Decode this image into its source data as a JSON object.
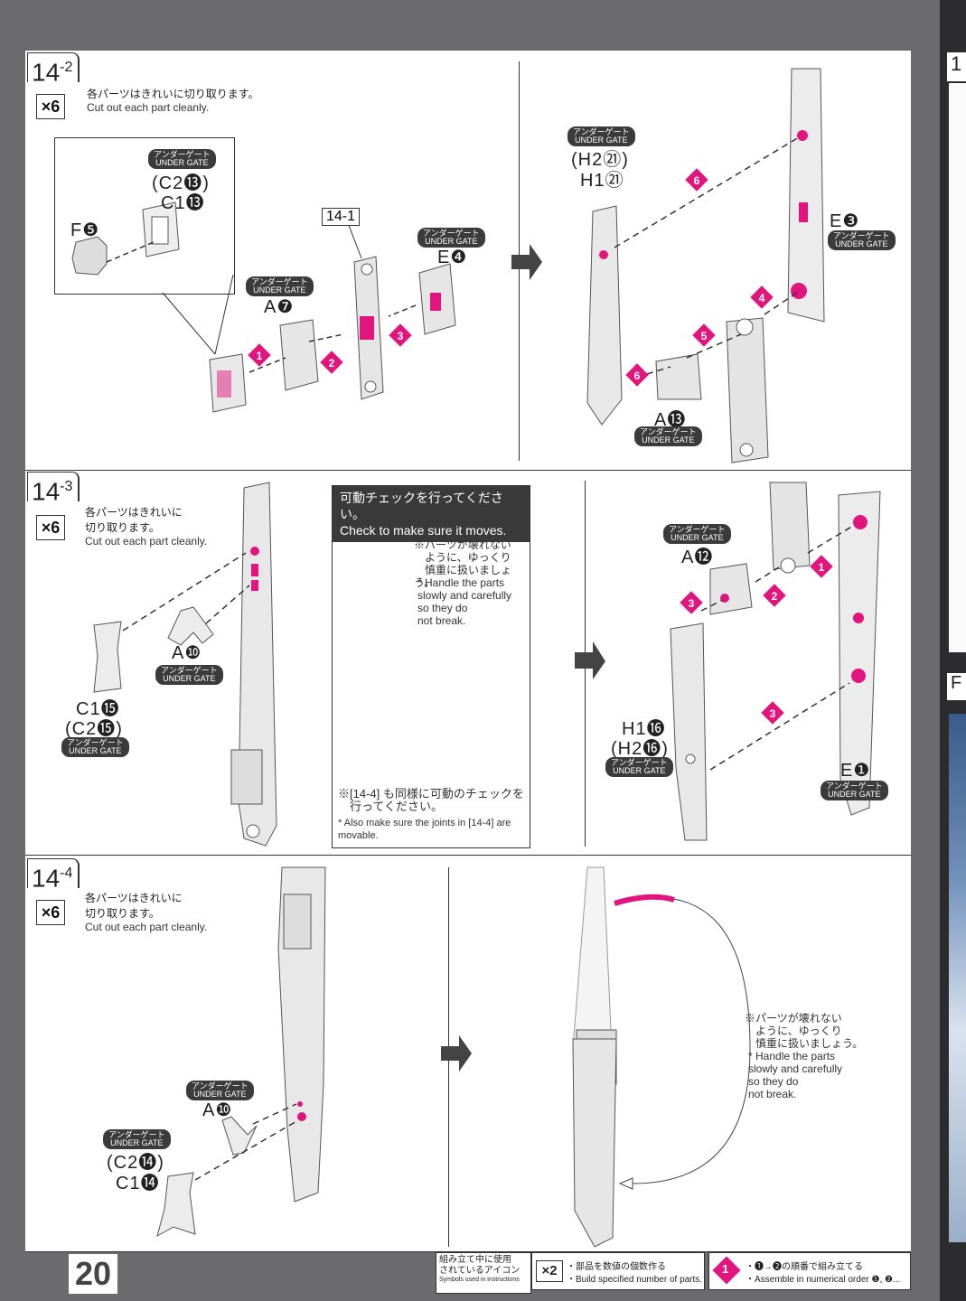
{
  "page_number": "20",
  "steps": {
    "s142": {
      "tag_main": "14",
      "tag_sub": "-2",
      "count": "×6",
      "jp": "各パーツはきれいに切り取ります。",
      "en": "Cut out each part cleanly."
    },
    "s143": {
      "tag_main": "14",
      "tag_sub": "-3",
      "count": "×6",
      "jp": "各パーツはきれいに\n切り取ります。",
      "en": "Cut out each part cleanly."
    },
    "s144": {
      "tag_main": "14",
      "tag_sub": "-4",
      "count": "×6",
      "jp": "各パーツはきれいに\n切り取ります。",
      "en": "Cut out each part cleanly."
    }
  },
  "under_gate": {
    "jp": "アンダーゲート",
    "en": "UNDER GATE"
  },
  "parts": {
    "c2_13": "(C2⓭)",
    "c1_13": "C1⓭",
    "f5": "F❺",
    "a7": "A❼",
    "e4": "E❹",
    "ref141": "14-1",
    "h2_21": "(H2㉑)",
    "h1_21": "H1㉑",
    "e3": "E❸",
    "a13": "A⓭",
    "a10": "A❿",
    "c1_15": "C1⓯",
    "c2_15": "(C2⓯)",
    "a12": "A⓬",
    "h1_16": "H1⓰",
    "h2_16": "(H2⓰)",
    "e1": "E❶",
    "a10b": "A❿",
    "c2_14": "(C2⓮)",
    "c1_14": "C1⓮"
  },
  "move_check": {
    "title_jp": "可動チェックを行ってください。",
    "title_en": "Check to make sure it moves.",
    "caution_jp": "※パーツが壊れない\n　ように、ゆっくり\n　慎重に扱いましょう。",
    "caution_en": "* Handle the parts\n  slowly and carefully\n  so they do\n  not break.",
    "also_jp": "※[14-4] も同様に可動のチェックを\n　行ってください。",
    "also_en": "* Also make sure the joints in [14-4] are\n  movable."
  },
  "caution_144": {
    "jp": "※パーツが壊れない\n　ように、ゆっくり\n　慎重に扱いましょう。",
    "en": "* Handle the parts\n  slowly and carefully\n  so they do\n  not break."
  },
  "legend": {
    "title_jp": "組み立て中に使用\nされているアイコン",
    "title_en": "Symbols used in instructions",
    "x2": "×2",
    "x2_jp": "・部品を数値の個数作る",
    "x2_en": "・Build specified number of parts.",
    "order_icon": "1",
    "order_jp": "・❶→❷の順番で組み立てる",
    "order_en": "・Assemble in numerical order ❶, ❷..."
  },
  "edge": {
    "tab_top": "1",
    "tab_mid": "F"
  },
  "colors": {
    "accent": "#e2157e",
    "gate": "#3b3b3b"
  }
}
